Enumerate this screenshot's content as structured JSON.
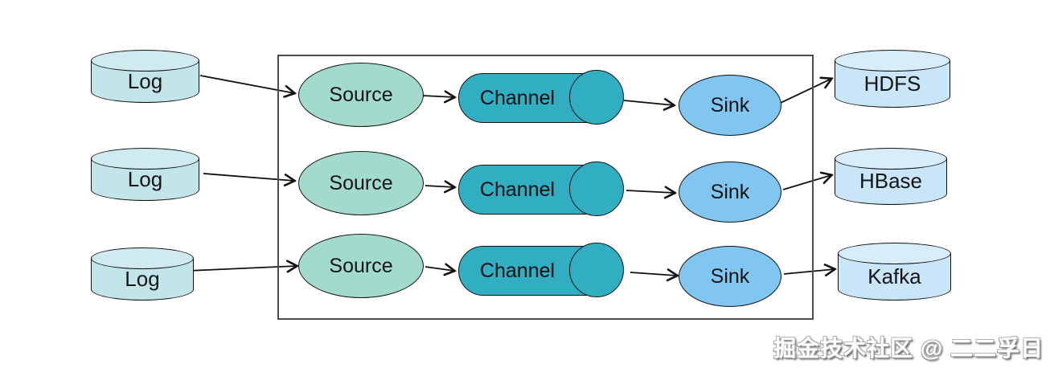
{
  "watermark": {
    "text": "掘金技术社区 @ 二二孚日"
  },
  "colors": {
    "background": "#ffffff",
    "log_fill": "#c2e5ea",
    "log_top": "#d0ebef",
    "source_fill": "#a2dbcc",
    "channel_fill": "#32aec2",
    "sink_fill": "#80c6f1",
    "db_fill": "#c9e5f8",
    "db_top": "#d8edfb",
    "outline": "#111111",
    "box_border": "#4d4d4d",
    "watermark": "#ffffff"
  },
  "rows": [
    {
      "log_label": "Log",
      "source_label": "Source",
      "channel_label": "Channel",
      "sink_label": "Sink",
      "destination_label": "HDFS"
    },
    {
      "log_label": "Log",
      "source_label": "Source",
      "channel_label": "Channel",
      "sink_label": "Sink",
      "destination_label": "HBase"
    },
    {
      "log_label": "Log",
      "source_label": "Source",
      "channel_label": "Channel",
      "sink_label": "Sink",
      "destination_label": "Kafka"
    }
  ]
}
